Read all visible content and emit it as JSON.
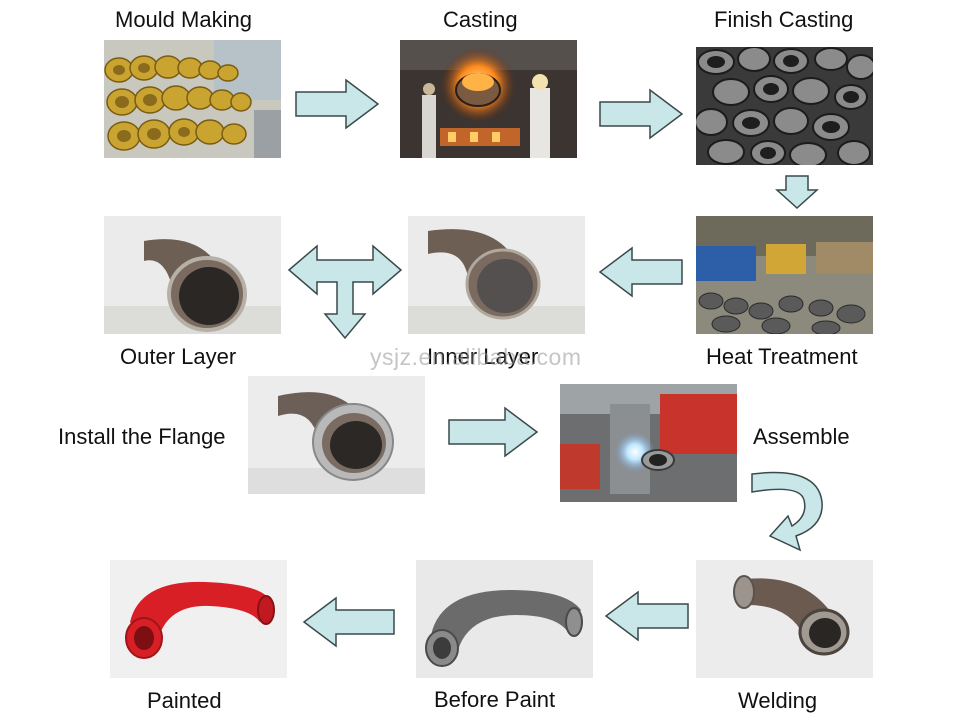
{
  "steps": {
    "mould_making": "Mould Making",
    "casting": "Casting",
    "finish_casting": "Finish Casting",
    "heat_treatment": "Heat Treatment",
    "inner_layer": "Inner Layer",
    "outer_layer": "Outer Layer",
    "install_flange": "Install the Flange",
    "assemble": "Assemble",
    "welding": "Welding",
    "before_paint": "Before Paint",
    "painted": "Painted"
  },
  "watermark": "ysjz.en.alibaba.com",
  "colors": {
    "arrow_fill": "#c9e6e8",
    "arrow_stroke": "#3a4a4a",
    "paint_red": "#d81f26"
  }
}
